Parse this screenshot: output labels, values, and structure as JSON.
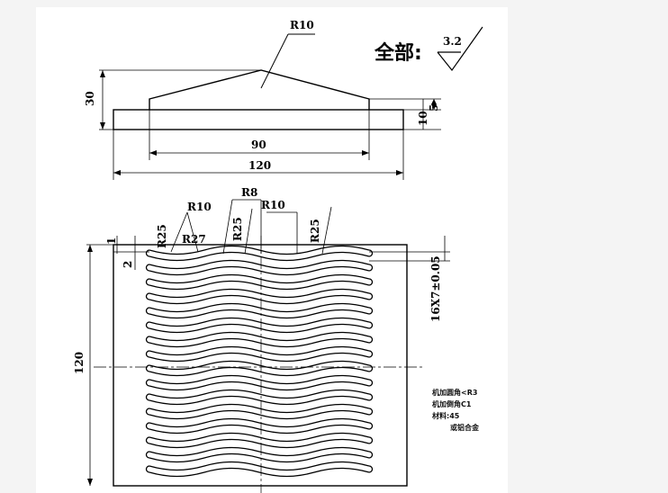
{
  "surface_finish": {
    "label": "全部:",
    "value": "3.2"
  },
  "front_view": {
    "radius_top": "R10",
    "dim_height_30": "30",
    "dim_5": "5",
    "dim_10": "10",
    "dim_90": "90",
    "dim_120": "120"
  },
  "plan_view": {
    "labels": {
      "r8": "R8",
      "r10_left": "R10",
      "r10_right": "R10",
      "r25_1": "R25",
      "r27": "R27",
      "r25_2": "R25",
      "r25_3": "R25",
      "dim_1": "1",
      "dim_2": "2",
      "dim_slots": "16X7±0.05",
      "dim_120": "120"
    },
    "slot_count": 16
  },
  "notes": [
    "机加圆角<R3",
    "机加倒角C1",
    "材料:45",
    "或铝合金"
  ]
}
